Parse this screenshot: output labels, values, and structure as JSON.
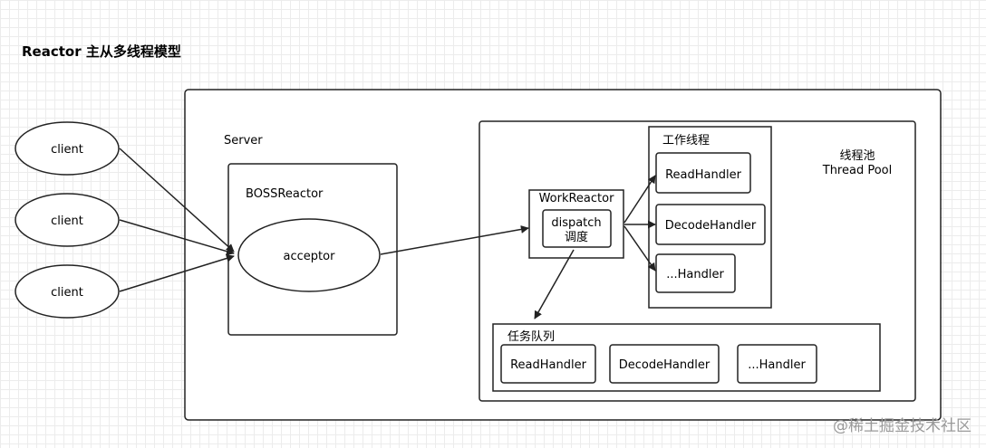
{
  "title": "Reactor 主从多线程模型",
  "clients": [
    "client",
    "client",
    "client"
  ],
  "server": {
    "label": "Server"
  },
  "boss_reactor": {
    "label": "BOSSReactor",
    "acceptor": "acceptor"
  },
  "work_reactor": {
    "label": "WorkReactor",
    "dispatch": "dispatch",
    "dispatch_cn": "调度"
  },
  "worker_threads": {
    "label": "工作线程",
    "handlers": [
      "ReadHandler",
      "DecodeHandler",
      "...Handler"
    ]
  },
  "thread_pool": {
    "label_cn": "线程池",
    "label_en": "Thread Pool"
  },
  "task_queue": {
    "label": "任务队列",
    "handlers": [
      "ReadHandler",
      "DecodeHandler",
      "...Handler"
    ]
  },
  "watermark": "@稀土掘金技术社区"
}
